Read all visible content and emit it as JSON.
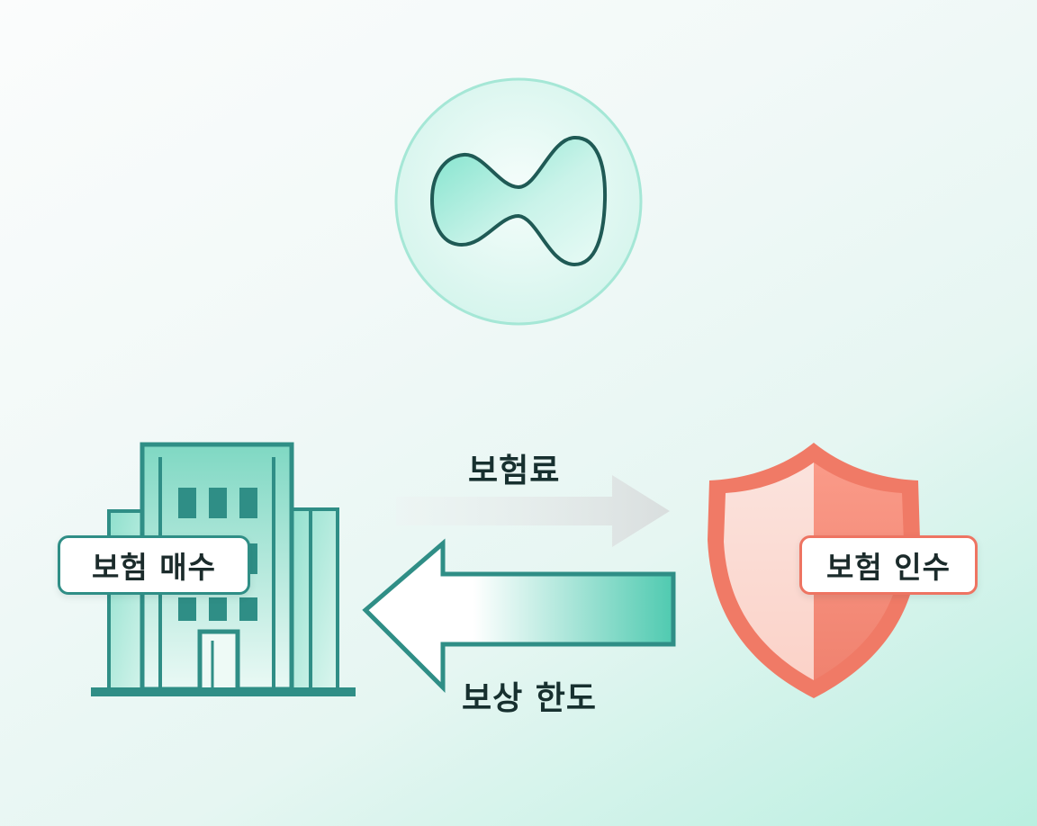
{
  "diagram": {
    "buyer": {
      "label": "보험 매수"
    },
    "insurer": {
      "label": "보험 인수"
    },
    "flows": {
      "premium": {
        "label": "보험료",
        "direction": "buyer-to-insurer"
      },
      "coverage_limit": {
        "label": "보상 한도",
        "direction": "insurer-to-buyer"
      }
    }
  },
  "icons": {
    "logo": "hourglass-logo-icon",
    "buyer": "office-building-icon",
    "insurer": "shield-icon"
  },
  "colors": {
    "teal": "#2f8e86",
    "teal_light": "#7dd9c4",
    "coral": "#ee7462",
    "coral_light": "#f9b8ab",
    "arrow_gray": "#dfe4e4"
  }
}
